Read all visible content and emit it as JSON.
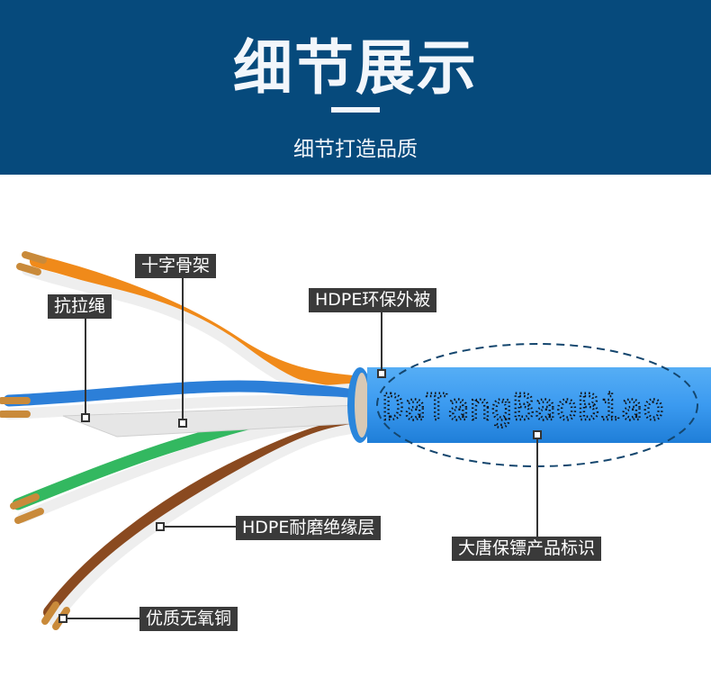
{
  "header": {
    "title": "细节展示",
    "subtitle": "细节打造品质"
  },
  "colors": {
    "header_bg": "#064a7c",
    "cable_blue": "#2f90e8",
    "label_bg": "#3a3a3a"
  },
  "cable": {
    "printed_text": "DaTangBaoBiao"
  },
  "labels": {
    "skeleton": "十字骨架",
    "tensile_rope": "抗拉绳",
    "outer_jacket": "HDPE环保外被",
    "insulation": "HDPE耐磨绝缘层",
    "copper": "优质无氧铜",
    "brand_mark": "大唐保镖产品标识"
  }
}
